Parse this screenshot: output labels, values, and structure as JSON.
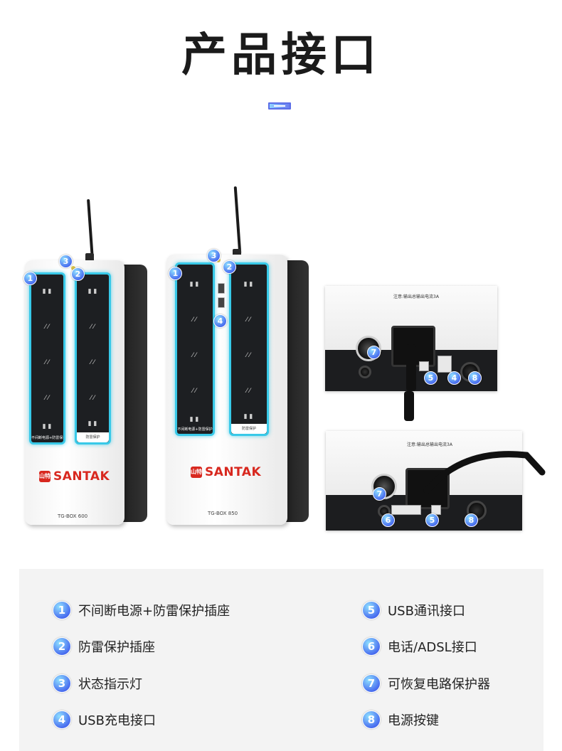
{
  "header": {
    "title": "产品接口"
  },
  "products": [
    {
      "brand": "SANTAK",
      "logo_mark": "山特",
      "model": "TG-BOX 600",
      "left_label": "不间断电源+防雷保护",
      "right_label": "防雷保护"
    },
    {
      "brand": "SANTAK",
      "logo_mark": "山特",
      "model": "TG-BOX 850",
      "left_label": "不间断电源+防雷保护",
      "right_label": "防雷保护"
    }
  ],
  "rear_panels": [
    {
      "note": "注意:输出总输出电流3A"
    },
    {
      "note": "注意:输出总输出电流3A"
    }
  ],
  "badges": [
    "1",
    "2",
    "3",
    "4",
    "5",
    "6",
    "7",
    "8"
  ],
  "legend": {
    "items": [
      {
        "num": "1",
        "label": "不间断电源+防雷保护插座"
      },
      {
        "num": "2",
        "label": "防雷保护插座"
      },
      {
        "num": "3",
        "label": "状态指示灯"
      },
      {
        "num": "4",
        "label": "USB充电接口"
      },
      {
        "num": "5",
        "label": "USB通讯接口"
      },
      {
        "num": "6",
        "label": "电话/ADSL接口"
      },
      {
        "num": "7",
        "label": "可恢复电路保护器"
      },
      {
        "num": "8",
        "label": "电源按键"
      }
    ]
  },
  "colors": {
    "accent": "#4a6ff0",
    "glow": "#38c9e8",
    "brand_red": "#d8281f"
  }
}
